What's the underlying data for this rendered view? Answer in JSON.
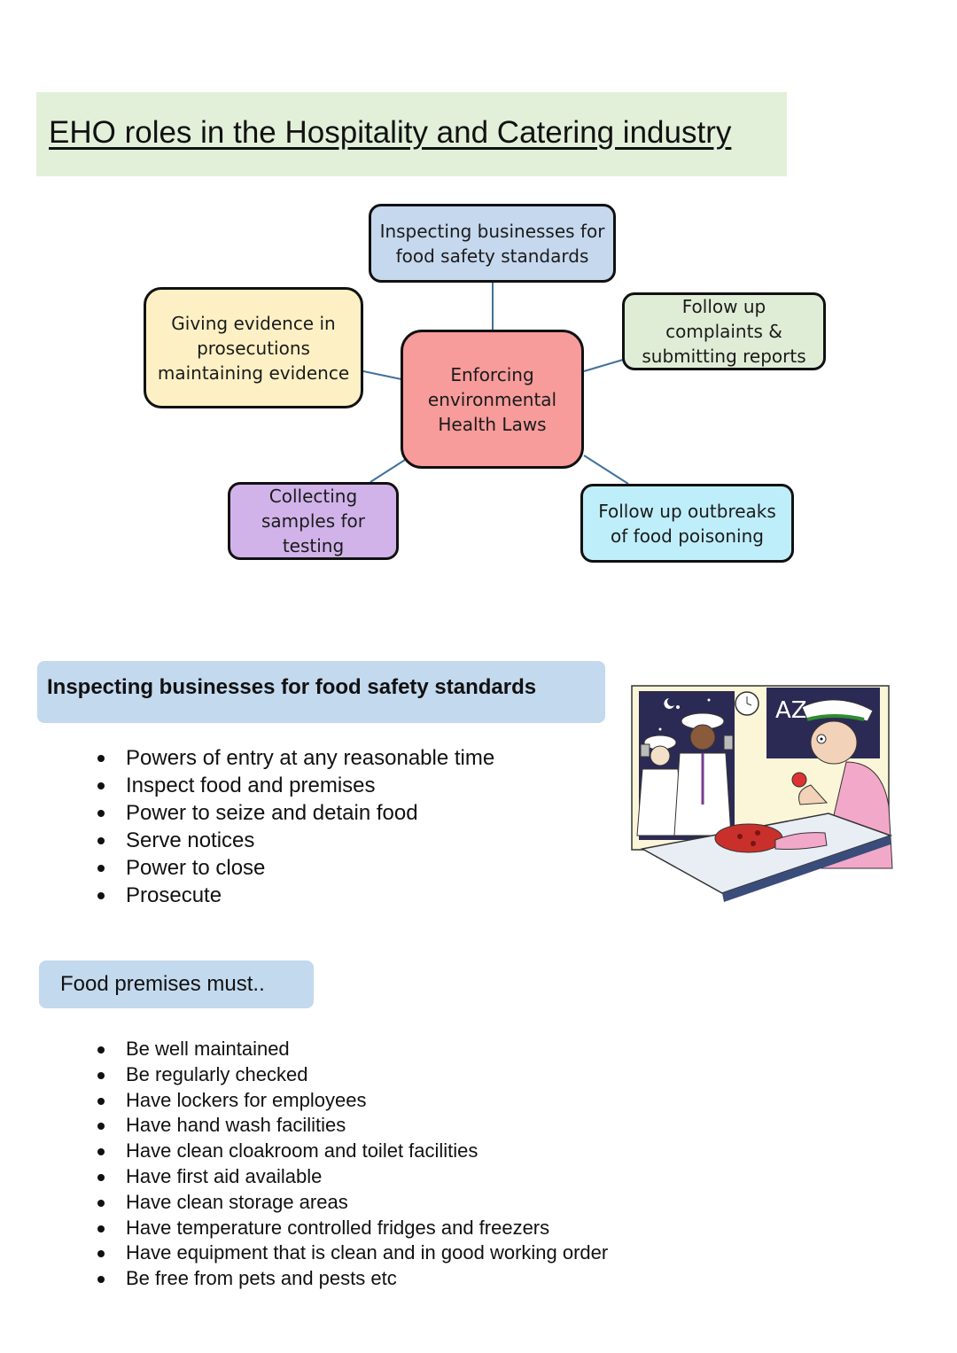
{
  "header": {
    "title": "EHO roles in the Hospitality and Catering industry"
  },
  "mindmap": {
    "center": "Enforcing environmental Health Laws",
    "top": "Inspecting businesses for food safety standards",
    "left": "Giving evidence in prosecutions maintaining evidence",
    "right": "Follow up complaints & submitting reports",
    "bottom_left": "Collecting samples for testing",
    "bottom_right": "Follow up outbreaks of food poisoning"
  },
  "inspecting": {
    "heading": "Inspecting businesses for food safety standards",
    "items": [
      "Powers of entry at any reasonable time",
      "Inspect food and premises",
      "Power to seize and detain food",
      "Serve notices",
      "Power to close",
      "Prosecute"
    ]
  },
  "premises": {
    "heading": "Food premises must..",
    "items": [
      "Be well maintained",
      "Be regularly checked",
      "Have lockers for employees",
      "Have hand wash facilities",
      "Have clean cloakroom and toilet facilities",
      "Have first aid available",
      "Have clean storage areas",
      "Have temperature controlled fridges and freezers",
      "Have equipment that is clean and in good working order",
      "Be free from pets and pests etc"
    ]
  },
  "illustration": {
    "sign_text": "AZ",
    "icon": "pizza-inspection-illustration"
  },
  "colors": {
    "title_band": "#e2f0d9",
    "section_band": "#c3d9ee",
    "center_node": "#f79b9b",
    "connector": "#41719c"
  }
}
